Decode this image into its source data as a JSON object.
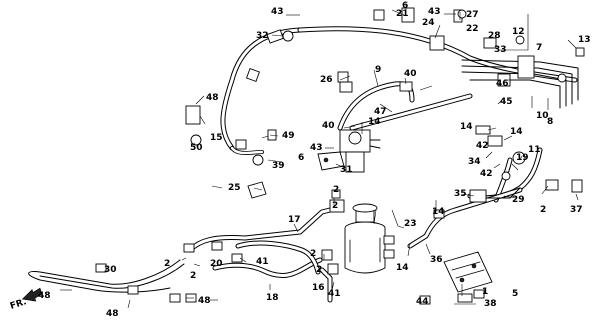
{
  "diagram": {
    "direction_label": "FR.",
    "callouts": [
      {
        "id": "c1",
        "label": "1"
      },
      {
        "id": "c2a",
        "label": "2"
      },
      {
        "id": "c2b",
        "label": "2"
      },
      {
        "id": "c2c",
        "label": "2"
      },
      {
        "id": "c2d",
        "label": "2"
      },
      {
        "id": "c2e",
        "label": "2"
      },
      {
        "id": "c2f",
        "label": "2"
      },
      {
        "id": "c5",
        "label": "5"
      },
      {
        "id": "c6a",
        "label": "6"
      },
      {
        "id": "c6b",
        "label": "6"
      },
      {
        "id": "c7",
        "label": "7"
      },
      {
        "id": "c8",
        "label": "8"
      },
      {
        "id": "c9",
        "label": "9"
      },
      {
        "id": "c10",
        "label": "10"
      },
      {
        "id": "c11",
        "label": "11"
      },
      {
        "id": "c12",
        "label": "12"
      },
      {
        "id": "c13",
        "label": "13"
      },
      {
        "id": "c14a",
        "label": "14"
      },
      {
        "id": "c14b",
        "label": "14"
      },
      {
        "id": "c14c",
        "label": "14"
      },
      {
        "id": "c14d",
        "label": "14"
      },
      {
        "id": "c14e",
        "label": "14"
      },
      {
        "id": "c15",
        "label": "15"
      },
      {
        "id": "c16",
        "label": "16"
      },
      {
        "id": "c17",
        "label": "17"
      },
      {
        "id": "c18",
        "label": "18"
      },
      {
        "id": "c19",
        "label": "19"
      },
      {
        "id": "c20",
        "label": "20"
      },
      {
        "id": "c21",
        "label": "21"
      },
      {
        "id": "c22",
        "label": "22"
      },
      {
        "id": "c23",
        "label": "23"
      },
      {
        "id": "c24",
        "label": "24"
      },
      {
        "id": "c25",
        "label": "25"
      },
      {
        "id": "c26",
        "label": "26"
      },
      {
        "id": "c27",
        "label": "27"
      },
      {
        "id": "c28",
        "label": "28"
      },
      {
        "id": "c29",
        "label": "29"
      },
      {
        "id": "c30",
        "label": "30"
      },
      {
        "id": "c31",
        "label": "31"
      },
      {
        "id": "c32",
        "label": "32"
      },
      {
        "id": "c33",
        "label": "33"
      },
      {
        "id": "c34",
        "label": "34"
      },
      {
        "id": "c35",
        "label": "35"
      },
      {
        "id": "c36",
        "label": "36"
      },
      {
        "id": "c37",
        "label": "37"
      },
      {
        "id": "c38",
        "label": "38"
      },
      {
        "id": "c39",
        "label": "39"
      },
      {
        "id": "c40a",
        "label": "40"
      },
      {
        "id": "c40b",
        "label": "40"
      },
      {
        "id": "c41a",
        "label": "41"
      },
      {
        "id": "c41b",
        "label": "41"
      },
      {
        "id": "c42a",
        "label": "42"
      },
      {
        "id": "c42b",
        "label": "42"
      },
      {
        "id": "c43a",
        "label": "43"
      },
      {
        "id": "c43b",
        "label": "43"
      },
      {
        "id": "c43c",
        "label": "43"
      },
      {
        "id": "c44",
        "label": "44"
      },
      {
        "id": "c45",
        "label": "45"
      },
      {
        "id": "c46",
        "label": "46"
      },
      {
        "id": "c47",
        "label": "47"
      },
      {
        "id": "c48a",
        "label": "48"
      },
      {
        "id": "c48b",
        "label": "48"
      },
      {
        "id": "c48c",
        "label": "48"
      },
      {
        "id": "c49",
        "label": "49"
      },
      {
        "id": "c50",
        "label": "50"
      }
    ]
  }
}
